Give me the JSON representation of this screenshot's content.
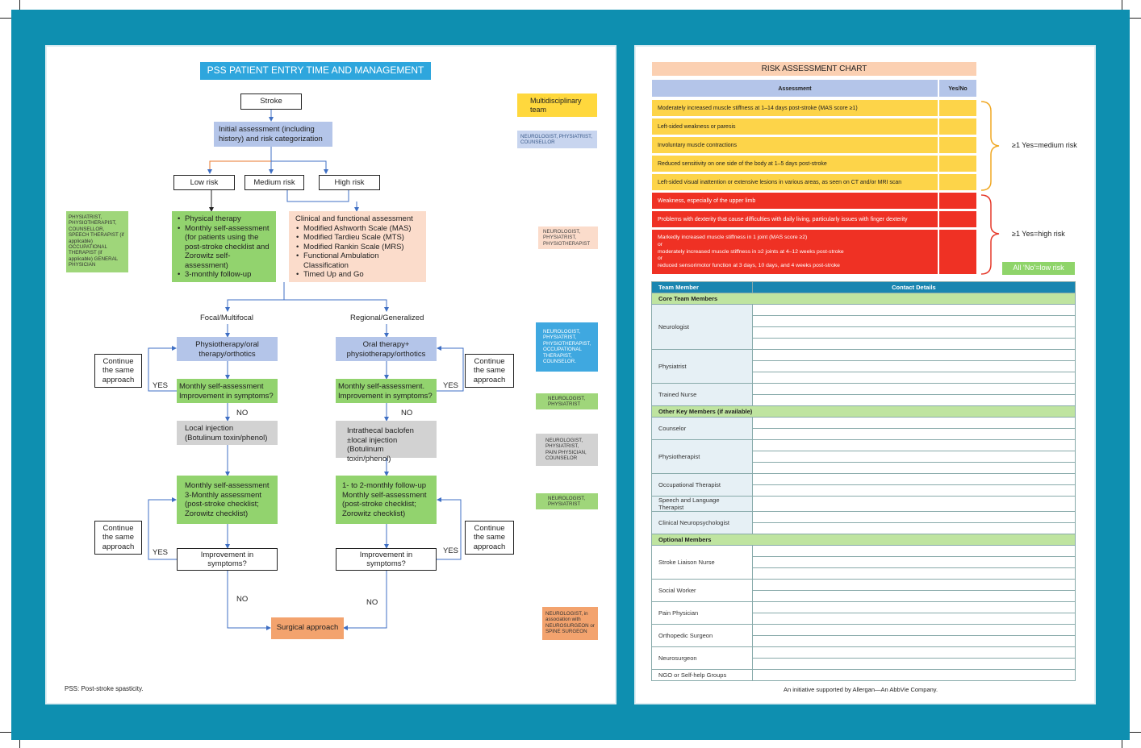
{
  "flow": {
    "title": "PSS PATIENT ENTRY TIME AND MANAGEMENT",
    "stroke": "Stroke",
    "initial_assessment": "Initial assessment (including history) and risk categorization",
    "low_risk": "Low risk",
    "medium_risk": "Medium risk",
    "high_risk": "High risk",
    "low_risk_mgmt": [
      "Physical therapy",
      "Monthly self-assessment (for patients using the post-stroke checklist and Zorowitz self-assessment)",
      "3-monthly follow-up"
    ],
    "clinical_title": "Clinical and functional assessment",
    "clinical_items": [
      "Modified Ashworth Scale (MAS)",
      "Modified Tardieu Scale (MTS)",
      "Modified Rankin Scale (MRS)",
      "Functional Ambulation Classification",
      "Timed Up and Go"
    ],
    "focal": "Focal/Multifocal",
    "regional": "Regional/Generalized",
    "physio_oral": "Physiotherapy/oral therapy/orthotics",
    "oral_physio": "Oral therapy+ physiotherapy/orthotics",
    "monthly_left": "Monthly self-assessment Improvement in symptoms?",
    "monthly_right": "Monthly self-assessment. Improvement in symptoms?",
    "local_injection": "Local injection (Botulinum toxin/phenol)",
    "intrathecal": "Intrathecal baclofen ±local injection (Botulinum toxin/phenol)",
    "monthly3_left": "Monthly self-assessment 3-Monthly assessment (post-stroke checklist; Zorowitz checklist)",
    "monthly3_right": "1- to 2-monthly follow-up Monthly self-assessment (post-stroke checklist; Zorowitz checklist)",
    "improvement": "Improvement in symptoms?",
    "surgical": "Surgical approach",
    "continue": "Continue the same approach",
    "yes": "YES",
    "no": "NO",
    "footnote": "PSS: Post-stroke spasticity."
  },
  "teams": {
    "header": "Multidisciplinary team",
    "t1": "NEUROLOGIST, PHYSIATRIST, COUNSELLOR",
    "t_left": "PHYSIATRIST, PHYSIOTHERAPIST, COUNSELLOR, SPEECH THERAPIST (if applicable) OCCUPATIONAL THERAPIST (if applicable) GENERAL PHYSICIAN",
    "t2": "NEUROLOGIST, PHYSIATRIST, PHYSIOTHERAPIST",
    "t3": "NEUROLOGIST, PHYSIATRIST, PHYSIOTHERAPIST, OCCUPATIONAL THERAPIST, COUNSELOR.",
    "t4": "NEUROLOGIST, PHYSIATRIST",
    "t5": "NEUROLOGIST, PHYSIATRIST, PAIN PHYSICIAN, COUNSELOR",
    "t6": "NEUROLOGIST, PHYSIATRIST",
    "t7": "NEUROLOGIST, in association with NEUROSURGEON or SPINE SURGEON"
  },
  "colors": {
    "band": "#0e8fb0",
    "yellow": "#fdd449",
    "red": "#ef3124",
    "green": "#92d36e"
  },
  "risk": {
    "title": "RISK ASSESSMENT CHART",
    "col_assessment": "Assessment",
    "col_yesno": "Yes/No",
    "medium_items": [
      "Moderately increased muscle stiffness at 1–14 days post-stroke (MAS score ≥1)",
      "Left-sided weakness or paresis",
      "Involuntary muscle contractions",
      "Reduced sensitivity on one side of the body at 1–5 days post-stroke",
      "Left-sided visual inattention or extensive lesions in various areas, as seen on CT and/or MRI scan"
    ],
    "high_items": [
      "Weakness, especially of the upper limb",
      "Problems with dexterity that cause difficulties with daily living, particularly issues with finger dexterity"
    ],
    "high_item3": [
      "Markedly increased muscle stiffness in 1 joint (MAS score ≥2)",
      "or",
      "moderately increased muscle stiffness in ≥2 joints at 4–12 weeks post-stroke",
      "or",
      "reduced sensorimotor function at 3 days, 10 days, and 4 weeks post-stroke"
    ],
    "medium_label": "≥1 Yes=medium risk",
    "high_label": "≥1 Yes=high risk",
    "low_label": "All ‘No’=low risk"
  },
  "contacts": {
    "col_member": "Team Member",
    "col_details": "Contact Details",
    "core": "Core Team Members",
    "core_members": [
      "Neurologist",
      "Physiatrist",
      "Trained Nurse"
    ],
    "other": "Other Key Members (if available)",
    "other_members": [
      "Counselor",
      "Physiotherapist",
      "Occupational Therapist",
      "Speech and Language Therapist",
      "Clinical Neuropsychologist"
    ],
    "optional": "Optional Members",
    "optional_members": [
      "Stroke Liaison Nurse",
      "Social Worker",
      "Pain Physician",
      "Orthopedic Surgeon",
      "Neurosurgeon",
      "NGO or Self-help Groups"
    ],
    "footer": "An initiative supported by Allergan—An AbbVie Company."
  }
}
